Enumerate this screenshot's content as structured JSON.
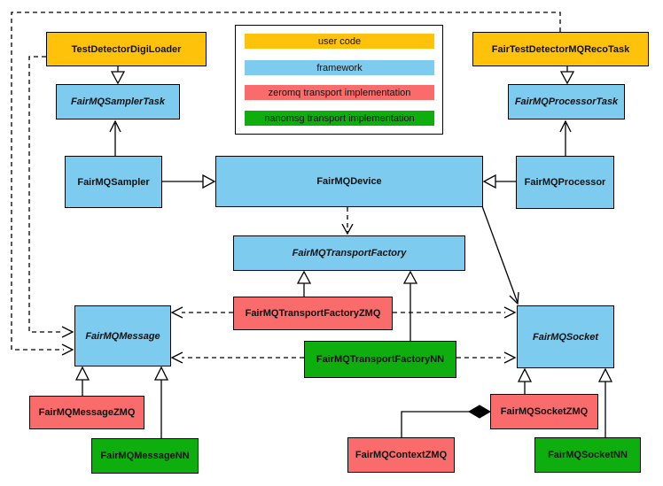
{
  "legend": {
    "items": [
      {
        "id": "user-code",
        "label": "user code",
        "color": "#FFC20A"
      },
      {
        "id": "framework",
        "label": "framework",
        "color": "#7DCCF0"
      },
      {
        "id": "zeromq",
        "label": "zeromq transport implementation",
        "color": "#FA6B6B"
      },
      {
        "id": "nanomsg",
        "label": "nanomsg transport implementation",
        "color": "#0DAE0D"
      }
    ]
  },
  "nodes": {
    "testDetectorDigiLoader": {
      "label": "TestDetectorDigiLoader",
      "category": "user code",
      "abstract": false
    },
    "fairTestDetectorMQRecoTask": {
      "label": "FairTestDetectorMQRecoTask",
      "category": "user code",
      "abstract": false
    },
    "fairMQSamplerTask": {
      "label": "FairMQSamplerTask",
      "category": "framework",
      "abstract": true
    },
    "fairMQProcessorTask": {
      "label": "FairMQProcessorTask",
      "category": "framework",
      "abstract": true
    },
    "fairMQSampler": {
      "label": "FairMQSampler",
      "category": "framework",
      "abstract": false
    },
    "fairMQDevice": {
      "label": "FairMQDevice",
      "category": "framework",
      "abstract": false
    },
    "fairMQProcessor": {
      "label": "FairMQProcessor",
      "category": "framework",
      "abstract": false
    },
    "fairMQTransportFactory": {
      "label": "FairMQTransportFactory",
      "category": "framework",
      "abstract": true
    },
    "fairMQTransportFactoryZMQ": {
      "label": "FairMQTransportFactoryZMQ",
      "category": "zeromq transport implementation",
      "abstract": false
    },
    "fairMQTransportFactoryNN": {
      "label": "FairMQTransportFactoryNN",
      "category": "nanomsg transport implementation",
      "abstract": false
    },
    "fairMQMessage": {
      "label": "FairMQMessage",
      "category": "framework",
      "abstract": true
    },
    "fairMQSocket": {
      "label": "FairMQSocket",
      "category": "framework",
      "abstract": true
    },
    "fairMQMessageZMQ": {
      "label": "FairMQMessageZMQ",
      "category": "zeromq transport implementation",
      "abstract": false
    },
    "fairMQMessageNN": {
      "label": "FairMQMessageNN",
      "category": "nanomsg transport implementation",
      "abstract": false
    },
    "fairMQContextZMQ": {
      "label": "FairMQContextZMQ",
      "category": "zeromq transport implementation",
      "abstract": false
    },
    "fairMQSocketZMQ": {
      "label": "FairMQSocketZMQ",
      "category": "zeromq transport implementation",
      "abstract": false
    },
    "fairMQSocketNN": {
      "label": "FairMQSocketNN",
      "category": "nanomsg transport implementation",
      "abstract": false
    }
  },
  "edges": [
    {
      "from": "TestDetectorDigiLoader",
      "to": "FairMQSamplerTask",
      "type": "inheritance"
    },
    {
      "from": "FairTestDetectorMQRecoTask",
      "to": "FairMQProcessorTask",
      "type": "inheritance"
    },
    {
      "from": "FairMQSampler",
      "to": "FairMQDevice",
      "type": "inheritance"
    },
    {
      "from": "FairMQProcessor",
      "to": "FairMQDevice",
      "type": "inheritance"
    },
    {
      "from": "FairMQSampler",
      "to": "FairMQSamplerTask",
      "type": "association"
    },
    {
      "from": "FairMQProcessor",
      "to": "FairMQProcessorTask",
      "type": "association"
    },
    {
      "from": "FairMQDevice",
      "to": "FairMQSocket",
      "type": "association"
    },
    {
      "from": "FairMQDevice",
      "to": "FairMQTransportFactory",
      "type": "dependency"
    },
    {
      "from": "FairMQTransportFactoryZMQ",
      "to": "FairMQTransportFactory",
      "type": "inheritance"
    },
    {
      "from": "FairMQTransportFactoryNN",
      "to": "FairMQTransportFactory",
      "type": "inheritance"
    },
    {
      "from": "FairMQTransportFactoryZMQ",
      "to": "FairMQMessage",
      "type": "dependency"
    },
    {
      "from": "FairMQTransportFactoryZMQ",
      "to": "FairMQSocket",
      "type": "dependency"
    },
    {
      "from": "FairMQTransportFactoryNN",
      "to": "FairMQMessage",
      "type": "dependency"
    },
    {
      "from": "FairMQTransportFactoryNN",
      "to": "FairMQSocket",
      "type": "dependency"
    },
    {
      "from": "TestDetectorDigiLoader",
      "to": "FairMQMessage",
      "type": "dependency"
    },
    {
      "from": "FairTestDetectorMQRecoTask",
      "to": "FairMQMessage",
      "type": "dependency"
    },
    {
      "from": "FairMQMessageZMQ",
      "to": "FairMQMessage",
      "type": "inheritance"
    },
    {
      "from": "FairMQMessageNN",
      "to": "FairMQMessage",
      "type": "inheritance"
    },
    {
      "from": "FairMQSocketZMQ",
      "to": "FairMQSocket",
      "type": "inheritance"
    },
    {
      "from": "FairMQSocketNN",
      "to": "FairMQSocket",
      "type": "inheritance"
    },
    {
      "from": "FairMQSocketZMQ",
      "to": "FairMQContextZMQ",
      "type": "composition"
    }
  ]
}
